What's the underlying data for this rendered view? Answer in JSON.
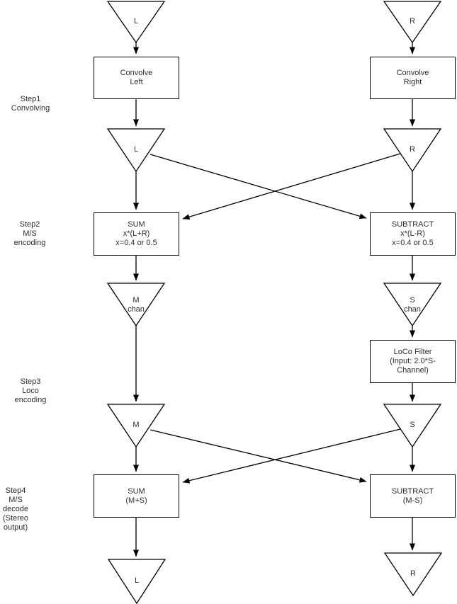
{
  "canvas": {
    "background_color": "#ffffff",
    "line_color": "#000000",
    "text_color": "#2d2d2d"
  },
  "step_labels": [
    {
      "text": "Step1\nConvolving"
    },
    {
      "text": "Step2\nM/S\nencoding"
    },
    {
      "text": "Step3\nLoco\nencoding"
    },
    {
      "text": "Step4\nM/S\ndecode\n(Stereo\noutput)"
    }
  ],
  "triangle_labels": {
    "input_left": "L",
    "input_right": "R",
    "convolved_left": "L",
    "convolved_right": "R",
    "mid_channel": "M\nchan",
    "side_channel": "S\nchan",
    "mid_encoded": "M",
    "side_encoded": "S",
    "output_left": "L",
    "output_right": "R"
  },
  "box_labels": {
    "convolve_left": "Convolve\nLeft",
    "convolve_right": "Convolve\nRight",
    "sum_encode": "SUM\nx*(L+R)\nx=0.4 or 0.5",
    "subtract_encode": "SUBTRACT\nx*(L-R)\nx=0.4 or 0.5",
    "loco_filter": "LoCo Filter\n(Input: 2.0*S-\nChannel)",
    "sum_decode": "SUM\n(M+S)",
    "subtract_decode": "SUBTRACT\n(M-S)"
  }
}
